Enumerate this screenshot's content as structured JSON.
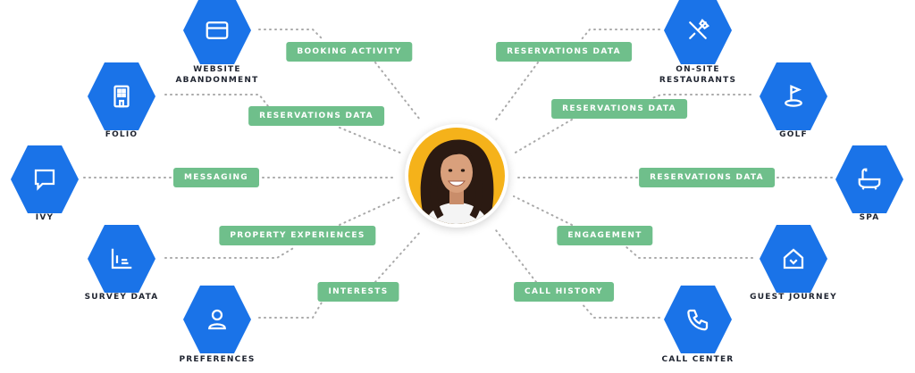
{
  "nodes": {
    "website_abandonment": {
      "line1": "WEBSITE",
      "line2": "ABANDONMENT",
      "icon": "browser-window-icon"
    },
    "folio": {
      "label": "FOLIO",
      "icon": "building-icon"
    },
    "ivy": {
      "label": "IVY",
      "icon": "chat-bubble-icon"
    },
    "survey_data": {
      "label": "SURVEY DATA",
      "icon": "chart-icon"
    },
    "preferences": {
      "label": "PREFERENCES",
      "icon": "user-icon"
    },
    "onsite_restaurants": {
      "line1": "ON-SITE",
      "line2": "RESTAURANTS",
      "icon": "fork-knife-icon"
    },
    "golf": {
      "label": "GOLF",
      "icon": "golf-flag-icon"
    },
    "spa": {
      "label": "SPA",
      "icon": "bathtub-icon"
    },
    "guest_journey": {
      "label": "GUEST JOURNEY",
      "icon": "house-heart-icon"
    },
    "call_center": {
      "label": "CALL CENTER",
      "icon": "phone-icon"
    }
  },
  "pills": {
    "booking_activity": "BOOKING ACTIVITY",
    "reservations_left": "RESERVATIONS DATA",
    "messaging": "MESSAGING",
    "property_experiences": "PROPERTY EXPERIENCES",
    "interests": "INTERESTS",
    "reservations_top_right": "RESERVATIONS DATA",
    "reservations_golf": "RESERVATIONS DATA",
    "reservations_spa": "RESERVATIONS DATA",
    "engagement": "ENGAGEMENT",
    "call_history": "CALL HISTORY"
  },
  "colors": {
    "hex_blue": "#1a73e8",
    "pill_green": "#6fbf8b",
    "avatar_bg": "#f5b21a",
    "line_gray": "#a9a9a9"
  }
}
